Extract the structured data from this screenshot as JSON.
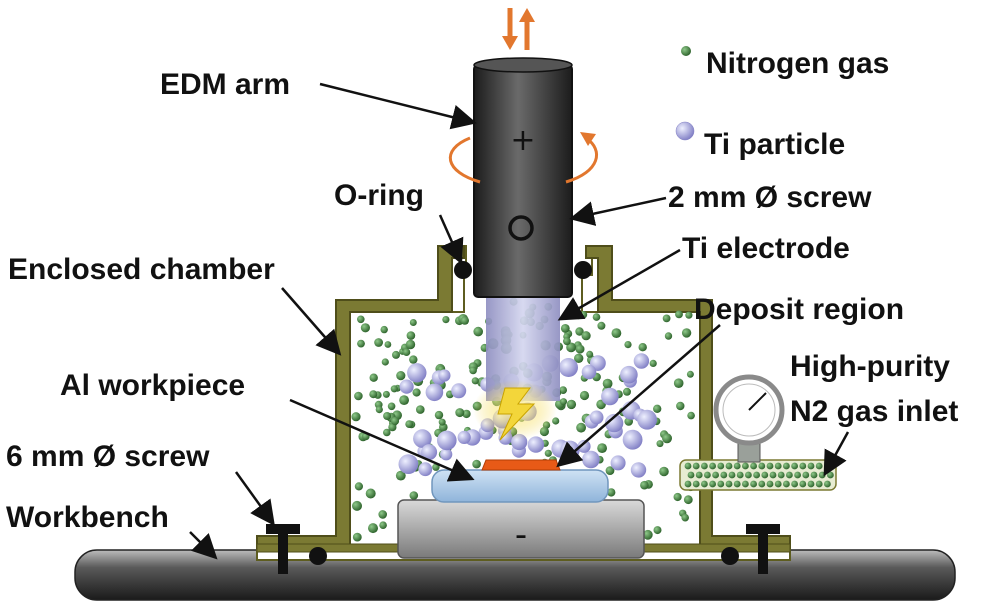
{
  "legend": {
    "nitrogen": "Nitrogen gas",
    "ti_particle": "Ti particle"
  },
  "labels": {
    "edm_arm": "EDM arm",
    "o_ring": "O-ring",
    "screw_2mm": "2 mm Ø screw",
    "ti_electrode": "Ti electrode",
    "enclosed_chamber": "Enclosed chamber",
    "deposit_region": "Deposit region",
    "gas_inlet_line1": "High-purity",
    "gas_inlet_line2": "N2 gas inlet",
    "al_workpiece": "Al workpiece",
    "screw_6mm": "6 mm Ø screw",
    "workbench": "Workbench"
  },
  "symbols": {
    "plus": "+",
    "minus": "-"
  },
  "colors": {
    "chamber": "#6b6a2a",
    "chamber_fill": "#ffffff",
    "arm_dark": "#2c2c2c",
    "nitrogen": "#3f7d3c",
    "ti_particle": "#9c9ad6",
    "arrow_orange": "#e2772e",
    "deposit": "#e85a17",
    "workpiece": "#9ec3e6"
  }
}
